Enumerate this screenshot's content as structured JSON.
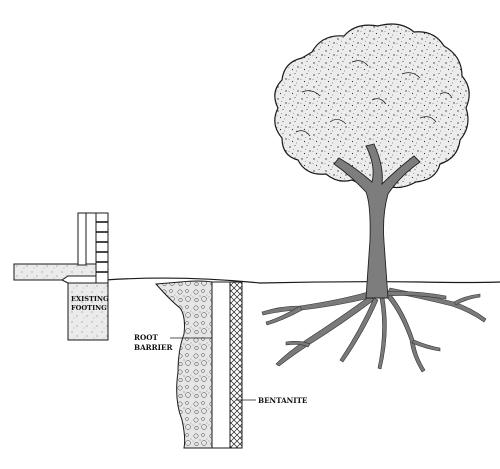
{
  "labels": {
    "existing_footing_line1": "EXISTING",
    "existing_footing_line2": "FOOTING",
    "root_barrier_line1": "ROOT",
    "root_barrier_line2": "BARRIER",
    "bentanite": "BENTANITE"
  },
  "colors": {
    "trunk": "#7d7d7d",
    "roots": "#7a7a7a",
    "line": "#1a1a1a",
    "canopy_fill": "#ececec",
    "concrete_fill": "#e8e8e8",
    "gravel_fill": "#e4e4e4"
  },
  "icons": {
    "tree": "deciduous-tree",
    "footing": "concrete-footing",
    "wall": "brick-wall",
    "barrier": "crosshatch-panel"
  }
}
